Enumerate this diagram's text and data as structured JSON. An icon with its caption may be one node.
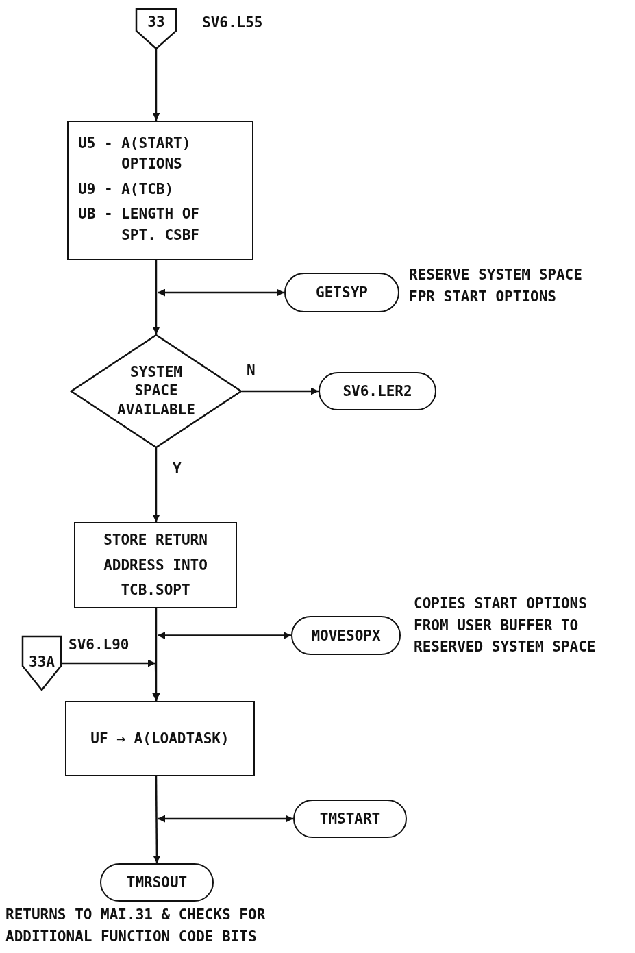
{
  "diagram": {
    "nodes": [
      {
        "text": [
          "33"
        ],
        "beside": [
          "SV6.L55"
        ]
      },
      {
        "text": [
          "U5 - A(START) OPTIONS",
          "U9 - A(TCB)",
          "UB - LENGTH OF SPT. CSBF"
        ]
      },
      {
        "text": [
          "GETSYP"
        ],
        "beside": [
          "RESERVE SYSTEM SPACE FPR START OPTIONS"
        ]
      },
      {
        "text": [
          "SYSTEM SPACE AVAILABLE"
        ]
      },
      {
        "text": [
          "SV6.LER2"
        ]
      },
      {
        "text": [
          "STORE RETURN ADDRESS INTO TCB.SOPT"
        ]
      },
      {
        "text": [
          "MOVESOPX"
        ],
        "beside": [
          "COPIES START OPTIONS FROM USER BUFFER TO RESERVED SYSTEM SPACE"
        ]
      },
      {
        "text": [
          "33A"
        ],
        "beside": [
          "SV6.L90"
        ]
      },
      {
        "text": [
          "UF → A(LOADTASK)"
        ]
      },
      {
        "text": [
          "TMSTART"
        ]
      },
      {
        "text": [
          "TMRSOUT"
        ],
        "beside": [
          "RETURNS TO MAI.31 & CHECKS FOR ADDITIONAL FUNCTION CODE BITS"
        ]
      }
    ],
    "edges": [
      {
        "from": 0,
        "to": 1,
        "arrow": "to"
      },
      {
        "from": 1,
        "to": 3,
        "arrow": "to"
      },
      {
        "from": null,
        "to": 2,
        "arrow": "both"
      },
      {
        "from": 3,
        "to": 4,
        "arrow": "to",
        "label": "N"
      },
      {
        "from": 3,
        "to": 5,
        "arrow": "to",
        "label": "Y"
      },
      {
        "from": 5,
        "to": 8,
        "arrow": "to"
      },
      {
        "from": null,
        "to": 6,
        "arrow": "both"
      },
      {
        "from": 7,
        "to": 8,
        "arrow": "to"
      },
      {
        "from": 8,
        "to": 10,
        "arrow": "to"
      },
      {
        "from": null,
        "to": 9,
        "arrow": "both"
      }
    ]
  }
}
